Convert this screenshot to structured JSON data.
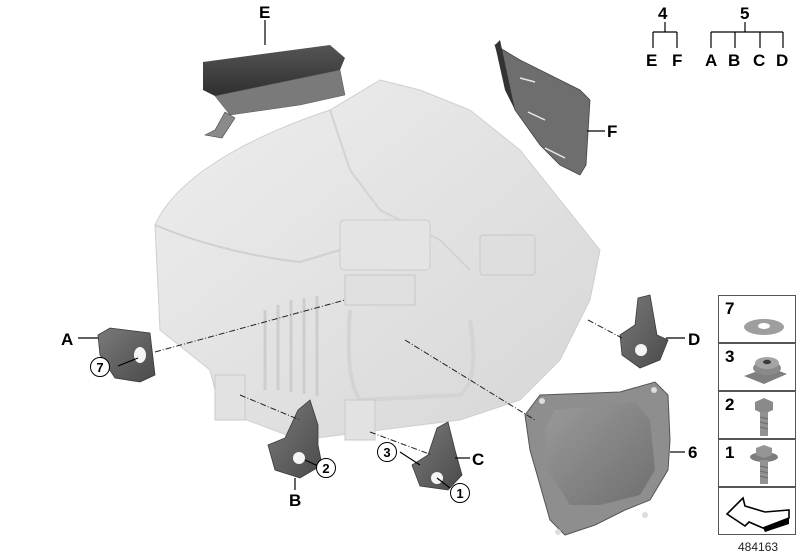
{
  "diagram": {
    "type": "exploded-parts-diagram",
    "subject": "headlight assembly with mounting brackets and hardware",
    "figure_id": "484163",
    "group_trees": [
      {
        "parent": "4",
        "children": [
          "E",
          "F"
        ]
      },
      {
        "parent": "5",
        "children": [
          "A",
          "B",
          "C",
          "D"
        ]
      }
    ],
    "letter_callouts": [
      "A",
      "B",
      "C",
      "D",
      "E",
      "F"
    ],
    "number_callouts": [
      "1",
      "2",
      "3",
      "6",
      "7"
    ],
    "parts": [
      {
        "id": "E",
        "desc": "upper trim strip / cover"
      },
      {
        "id": "F",
        "desc": "side cover plate"
      },
      {
        "id": "A",
        "desc": "left mounting bracket",
        "with": "7"
      },
      {
        "id": "B",
        "desc": "lower bracket",
        "with": "2"
      },
      {
        "id": "C",
        "desc": "lower bracket",
        "with": [
          "3",
          "1"
        ]
      },
      {
        "id": "D",
        "desc": "right mounting bracket"
      },
      {
        "id": "6",
        "desc": "rear lamp cover cap"
      }
    ],
    "legend": [
      {
        "num": "7",
        "icon": "washer-icon"
      },
      {
        "num": "3",
        "icon": "clip-nut-icon"
      },
      {
        "num": "2",
        "icon": "hex-bolt-icon"
      },
      {
        "num": "1",
        "icon": "collar-bolt-icon"
      },
      {
        "num": "",
        "icon": "arrow-symbol-icon"
      }
    ]
  }
}
